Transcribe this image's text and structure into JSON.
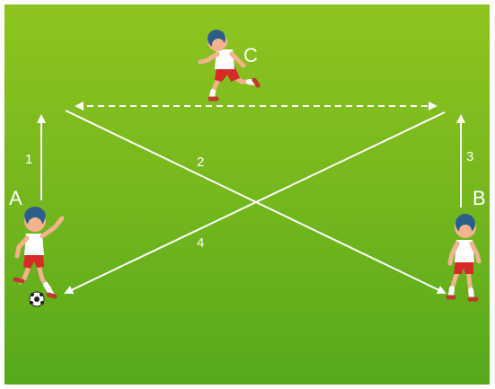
{
  "players": {
    "a": {
      "letter": "A"
    },
    "b": {
      "letter": "B"
    },
    "c": {
      "letter": "C"
    }
  },
  "steps": {
    "one": "1",
    "two": "2",
    "three": "3",
    "four": "4"
  },
  "colors": {
    "field_top": "#8cc21e",
    "field_bottom": "#58aa1c",
    "lines": "#ffffff",
    "skin": "#f2b38d",
    "hair": "#2c5e8a",
    "shirt": "#ffffff",
    "shorts": "#d62b26",
    "socks": "#ffffff",
    "shoes": "#c0392b"
  }
}
